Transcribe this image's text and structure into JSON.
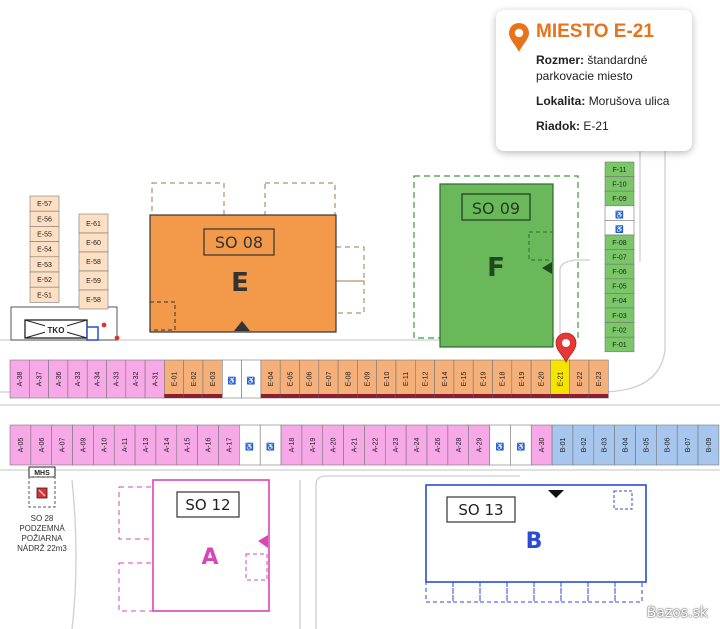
{
  "info": {
    "title": "MIESTO E-21",
    "size_label": "Rozmer:",
    "size_value": "štandardné parkovacie miesto",
    "location_label": "Lokalita:",
    "location_value": "Morušova ulica",
    "row_label": "Riadok:",
    "row_value": "E-21",
    "accent_color": "#e8731a"
  },
  "buildings": {
    "e": {
      "tag": "SO 08",
      "letter": "E",
      "color": "#f2994a"
    },
    "f": {
      "tag": "SO 09",
      "letter": "F",
      "color": "#6ab85a"
    },
    "a": {
      "tag": "SO 12",
      "letter": "A",
      "color": "#d946b8"
    },
    "b": {
      "tag": "SO 13",
      "letter": "B",
      "color": "#2a4bd7"
    }
  },
  "tko_label": "TKO",
  "mhs_label": "MHS",
  "so28": {
    "line1": "SO 28",
    "line2": "PODZEMNÁ",
    "line3": "POŽIARNA",
    "line4": "NÁDRŽ 22m3"
  },
  "watermark": "Bazos.sk",
  "selected_slot": "E-21",
  "slot_colors": {
    "orange": "#f5b07a",
    "pink": "#f7a8e6",
    "blue": "#a7c6ee",
    "green": "#79c767",
    "peach": "#fde0c4",
    "selected": "#f7e300"
  },
  "e_left_col": [
    "E-57",
    "E-56",
    "E-55",
    "E-54",
    "E-53",
    "E-52",
    "E-51"
  ],
  "e_right_col": [
    "E-61",
    "E-60",
    "E-58",
    "E-59",
    "E-58"
  ],
  "f_col": [
    "F-11",
    "F-10",
    "F-09",
    "♿",
    "♿",
    "F-08",
    "F-07",
    "F-06",
    "F-05",
    "F-04",
    "F-03",
    "F-02",
    "F-01"
  ],
  "row1": [
    "A-38",
    "A-37",
    "A-36",
    "A-33",
    "A-34",
    "A-33",
    "A-32",
    "A-31",
    "E-01",
    "E-02",
    "E-03",
    "♿",
    "♿",
    "E-04",
    "E-05",
    "E-06",
    "E-07",
    "E-08",
    "E-09",
    "E-10",
    "E-11",
    "E-12",
    "E-14",
    "E-15",
    "E-19",
    "E-18",
    "E-19",
    "E-20",
    "E-21",
    "E-22",
    "E-23"
  ],
  "row2": [
    "A-05",
    "A-06",
    "A-07",
    "A-09",
    "A-10",
    "A-11",
    "A-13",
    "A-14",
    "A-15",
    "A-16",
    "A-17",
    "♿",
    "♿",
    "A-18",
    "A-19",
    "A-20",
    "A-21",
    "A-22",
    "A-23",
    "A-24",
    "A-26",
    "A-28",
    "A-29",
    "♿",
    "♿",
    "A-30",
    "B-01",
    "B-02",
    "B-03",
    "B-04",
    "B-05",
    "B-06",
    "B-07",
    "B-09"
  ]
}
